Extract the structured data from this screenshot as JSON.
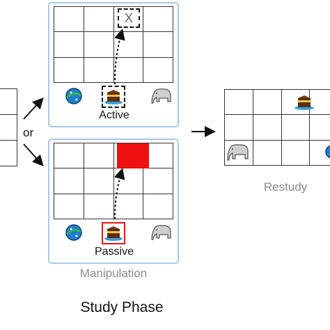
{
  "active_panel": {
    "label": "Active",
    "target_marker": "X",
    "objects": [
      "ball-icon",
      "cake-icon",
      "elephant-icon"
    ]
  },
  "passive_panel": {
    "label": "Passive",
    "target_color": "#ee1111",
    "objects": [
      "ball-icon",
      "cake-icon",
      "elephant-icon"
    ]
  },
  "connector_text": "or",
  "manipulation_label": "Manipulation",
  "restudy_label": "Restudy",
  "phase_title": "Study Phase",
  "colors": {
    "panel_border": "#a9c8e6",
    "highlight_red": "#ee1111",
    "label_grey": "#8a8a8a"
  }
}
